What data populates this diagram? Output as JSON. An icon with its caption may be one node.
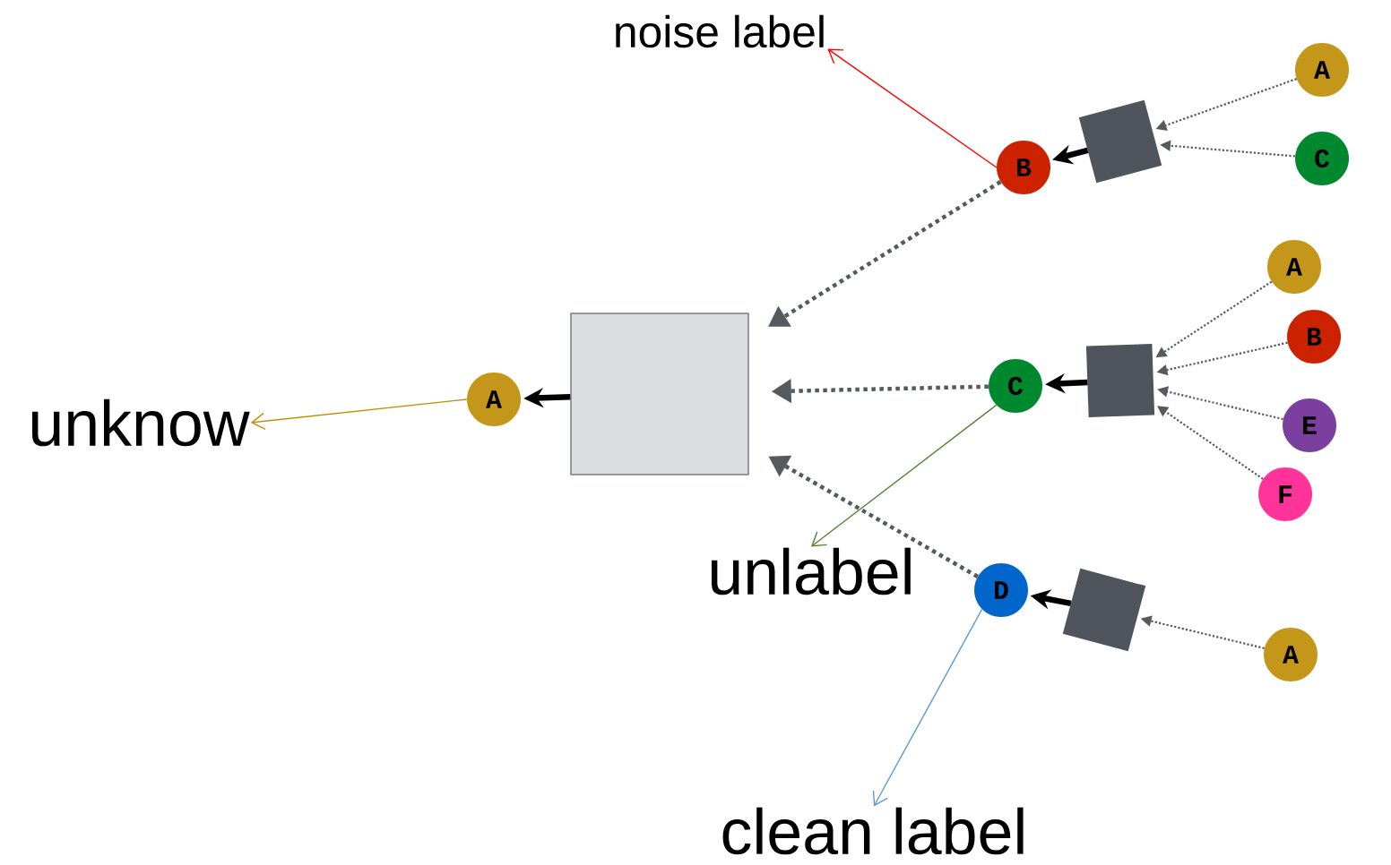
{
  "diagram": {
    "nodes": [
      {
        "text": [
          "noise label"
        ]
      },
      {
        "text": [
          "unknow"
        ]
      },
      {
        "text": [
          "unlabel"
        ]
      },
      {
        "text": [
          "clean label"
        ]
      },
      {
        "text": [
          "A"
        ]
      },
      {
        "text": [],
        "shape": "box"
      },
      {
        "text": [
          "B"
        ]
      },
      {
        "text": [],
        "shape": "box"
      },
      {
        "text": [
          "A"
        ]
      },
      {
        "text": [
          "C"
        ]
      },
      {
        "text": [
          "C"
        ]
      },
      {
        "text": [],
        "shape": "box"
      },
      {
        "text": [
          "A"
        ]
      },
      {
        "text": [
          "B"
        ]
      },
      {
        "text": [
          "E"
        ]
      },
      {
        "text": [
          "F"
        ]
      },
      {
        "text": [
          "D"
        ]
      },
      {
        "text": [],
        "shape": "box"
      },
      {
        "text": [
          "A"
        ]
      }
    ],
    "edges": [
      {
        "from": 4,
        "to": 1,
        "arrow": "to",
        "color": "#bf9000"
      },
      {
        "from": 5,
        "to": 4,
        "arrow": "to",
        "style": "thick",
        "color": "#000000"
      },
      {
        "from": 6,
        "to": 5,
        "arrow": "to",
        "style": "dashed"
      },
      {
        "from": 10,
        "to": 5,
        "arrow": "to",
        "style": "dashed"
      },
      {
        "from": 16,
        "to": 5,
        "arrow": "to",
        "style": "dashed"
      },
      {
        "from": 6,
        "to": 0,
        "arrow": "to",
        "color": "#ff0000"
      },
      {
        "from": 7,
        "to": 6,
        "arrow": "to",
        "style": "thick",
        "color": "#000000"
      },
      {
        "from": 8,
        "to": 7,
        "arrow": "to",
        "style": "dashed"
      },
      {
        "from": 9,
        "to": 7,
        "arrow": "to",
        "style": "dashed"
      },
      {
        "from": 10,
        "to": 2,
        "arrow": "to",
        "color": "#548235"
      },
      {
        "from": 11,
        "to": 10,
        "arrow": "to",
        "style": "thick",
        "color": "#000000"
      },
      {
        "from": 12,
        "to": 11,
        "arrow": "to",
        "style": "dashed"
      },
      {
        "from": 13,
        "to": 11,
        "arrow": "to",
        "style": "dashed"
      },
      {
        "from": 14,
        "to": 11,
        "arrow": "to",
        "style": "dashed"
      },
      {
        "from": 15,
        "to": 11,
        "arrow": "to",
        "style": "dashed"
      },
      {
        "from": 16,
        "to": 3,
        "arrow": "to",
        "color": "#5b9bd5"
      },
      {
        "from": 17,
        "to": 16,
        "arrow": "to",
        "style": "thick",
        "color": "#000000"
      },
      {
        "from": 18,
        "to": 17,
        "arrow": "to",
        "style": "dashed"
      }
    ]
  }
}
